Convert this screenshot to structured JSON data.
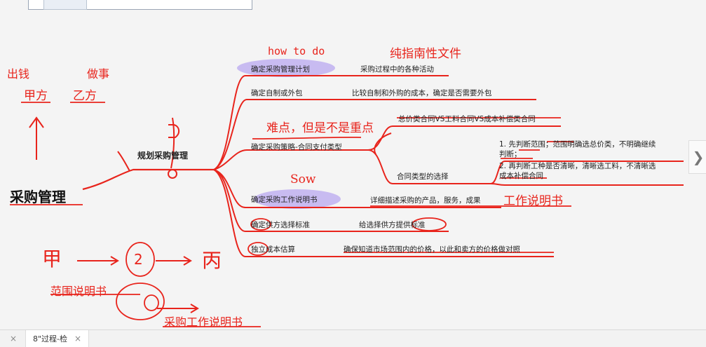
{
  "mindmap": {
    "root": "采购管理",
    "sub": "规划采购管理",
    "branches": [
      {
        "label": "确定采购管理计划",
        "detail": "采购过程中的各种活动"
      },
      {
        "label": "确定自制或外包",
        "detail": "比较自制和外购的成本，确定是否需要外包"
      },
      {
        "label": "确定采购策略-合同支付类型",
        "detail_top": "总价类合同VS工料合同VS成本补偿类合同",
        "sub": "合同类型的选择",
        "notes": [
          "1. 先判断范围；范围明确选总价类，不明确继续",
          "判断；",
          "2. 再判断工种是否清晰，清晰选工料，不清晰选",
          "成本补偿合同"
        ]
      },
      {
        "label": "确定采购工作说明书",
        "detail": "详细描述采购的产品，服务，成果"
      },
      {
        "label": "确定供方选择标准",
        "detail": "给选择供方提供标准"
      },
      {
        "label": "独立成本估算",
        "detail": "确保知道市场范围内的价格，以此和卖方的价格做对照"
      }
    ]
  },
  "annotations": {
    "how_to_do": "how to do",
    "guide": "纯指南性文件",
    "pay": "出钱",
    "work": "做事",
    "party_a": "甲方",
    "party_b": "乙方",
    "difficulty": "难点，但是不是重点",
    "sow": "Sow",
    "sow_cn": "工作说明书",
    "jia": "甲",
    "two": "2",
    "bing": "丙",
    "scope": "范围说明书",
    "proc_sow": "采购工作说明书"
  },
  "colors": {
    "ink": "#e8241c",
    "highlight": "#b9a8f0",
    "branch": "#e8241c"
  },
  "tabs": [
    {
      "label": "",
      "close": "×"
    },
    {
      "label": "8\"过程-检",
      "close": "×"
    }
  ]
}
